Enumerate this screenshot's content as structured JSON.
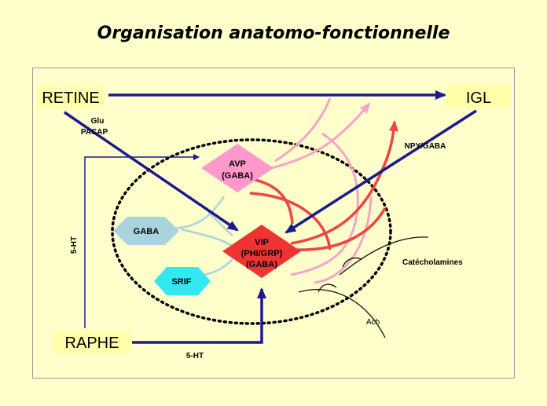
{
  "title": "Organisation anatomo-fonctionnelle",
  "nodes": {
    "retine": "RETINE",
    "igl": "IGL",
    "raphe": "RAPHE",
    "avp_line1": "AVP",
    "avp_line2": "(GABA)",
    "vip_line1": "VIP",
    "vip_line2": "(PHI/GRP)",
    "vip_line3": "(GABA)",
    "gaba": "GABA",
    "srif": "SRIF"
  },
  "labels": {
    "glu": "Glu",
    "pacap": "PACAP",
    "npy_gaba": "NPY/GABA",
    "ht_vertical": "5-HT",
    "ht_bottom": "5-HT",
    "catecholamines": "Catécholamines",
    "ach": "Ach"
  },
  "colors": {
    "background": "#ffffcc",
    "label_box": "#ffffaa",
    "arrow_blue": "#1a1a8c",
    "avp": "#ff99cc",
    "vip": "#ee3333",
    "gaba": "#aad4dd",
    "srif": "#33e8f0",
    "pink_fiber": "#f4a6c8",
    "red_fiber": "#ee4444"
  }
}
